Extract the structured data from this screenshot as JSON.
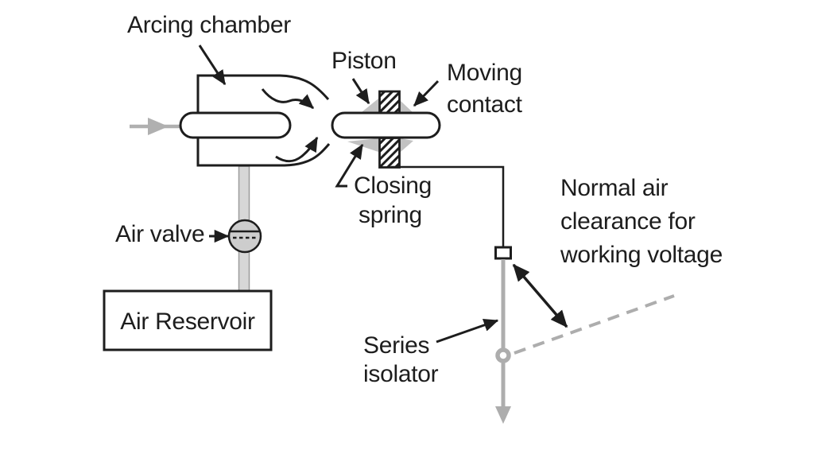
{
  "diagram": {
    "labels": {
      "arcing_chamber": "Arcing chamber",
      "piston": "Piston",
      "moving_contact": [
        "Moving",
        "contact"
      ],
      "closing_spring": [
        "Closing",
        "spring"
      ],
      "air_valve": "Air valve",
      "air_reservoir": "Air Reservoir",
      "series_isolator": [
        "Series",
        "isolator"
      ],
      "air_clearance": [
        "Normal air",
        "clearance for",
        "working voltage"
      ]
    },
    "colors": {
      "ink": "#1d1d1d",
      "gray": "#adadad",
      "pipe_fill": "#d7d7d7",
      "valve_fill": "#cdcdcd",
      "background": "#ffffff"
    }
  }
}
